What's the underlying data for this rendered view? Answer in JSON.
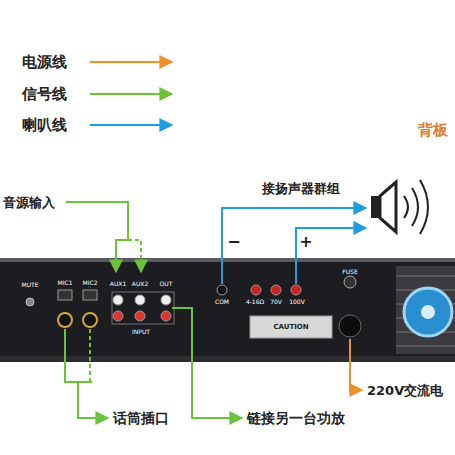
{
  "diagram": {
    "labels": [
      "背板",
      "音源输入",
      "接扬声器群组",
      "−",
      "+",
      "MUTE",
      "MIC1",
      "MIC2",
      "AUX1",
      "AUX2",
      "OUT",
      "INPUT",
      "COM",
      "4-16Ω",
      "70V",
      "100V",
      "CAUTION",
      "FUSE",
      "220V交流电",
      "话筒插口",
      "链接另一台功放"
    ],
    "legend": [
      {
        "text": "电源线"
      },
      {
        "text": "信号线"
      },
      {
        "text": "喇叭线"
      }
    ]
  }
}
